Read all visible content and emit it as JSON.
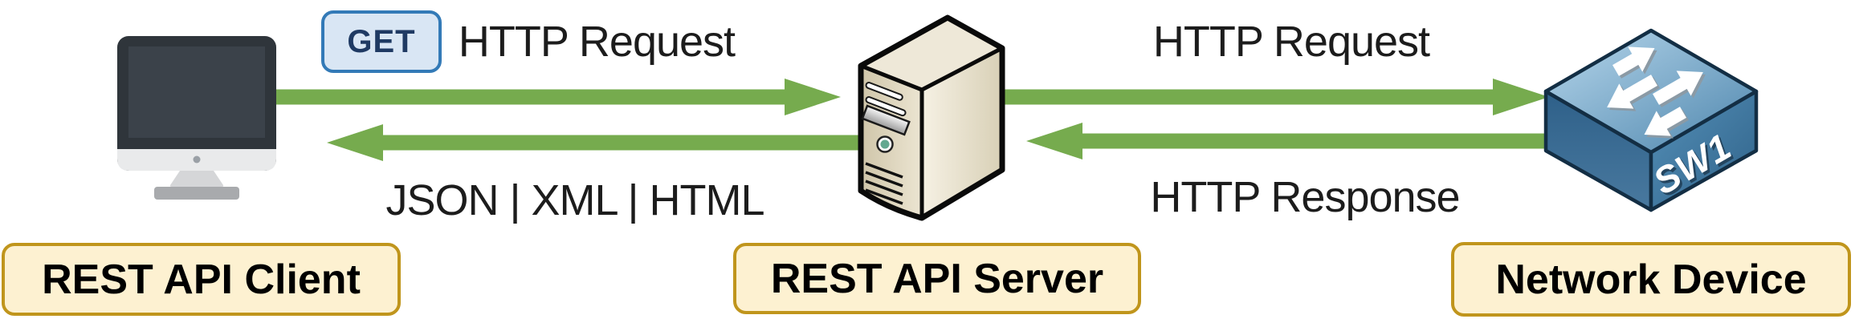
{
  "nodes": [
    {
      "id": "client",
      "label": "REST API Client",
      "icon": "desktop-monitor-icon"
    },
    {
      "id": "server",
      "label": "REST API Server",
      "icon": "server-tower-icon"
    },
    {
      "id": "device",
      "label": "Network Device",
      "icon": "network-switch-icon",
      "device_name": "SW1"
    }
  ],
  "edges": [
    {
      "from": "client",
      "to": "server",
      "label": "HTTP Request",
      "method": "GET",
      "direction": "right"
    },
    {
      "from": "server",
      "to": "client",
      "label": "JSON | XML | HTML",
      "direction": "left"
    },
    {
      "from": "server",
      "to": "device",
      "label": "HTTP Request",
      "direction": "right"
    },
    {
      "from": "device",
      "to": "server",
      "label": "HTTP Response",
      "direction": "left"
    }
  ],
  "colors": {
    "arrow_green": "#76ab4e",
    "label_box_bg": "#fdf1d1",
    "label_box_border": "#c0951c",
    "method_badge_bg": "#d9e6f4",
    "method_badge_border": "#337ab7",
    "method_badge_text": "#1f3a63",
    "switch_blue": "#4d84ac",
    "server_beige": "#d8d0b6",
    "text": "#1c1c1c"
  }
}
